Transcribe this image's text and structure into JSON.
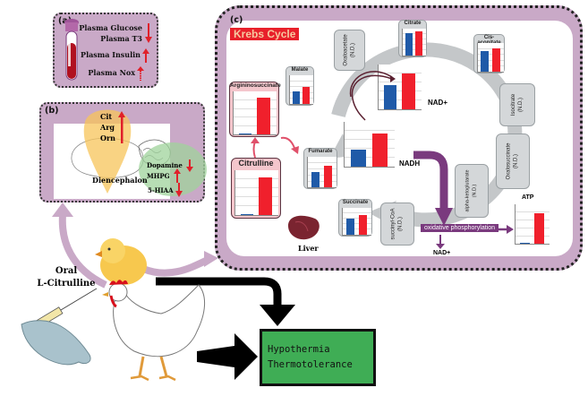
{
  "panel_a": {
    "label": "(a)",
    "items": [
      {
        "text": "Plasma Glucose",
        "direction": "down"
      },
      {
        "text": "Plasma T3",
        "direction": "down"
      },
      {
        "text": "Plasma Insulin",
        "direction": "up"
      },
      {
        "text": "Plasma Nox",
        "direction": "up-dotted"
      }
    ]
  },
  "panel_b": {
    "label": "(b)",
    "region": "Diencephalon",
    "amino_acids": [
      "Cit",
      "Arg",
      "Orn"
    ],
    "amino_acids_direction": "up",
    "monoamines": [
      {
        "text": "Dopamine",
        "direction": "down"
      },
      {
        "text": "MHPG",
        "direction": "up"
      },
      {
        "text": "5-HIAA",
        "direction": "down"
      }
    ]
  },
  "panel_c": {
    "label": "(c)",
    "title": "Krebs Cycle",
    "organ": "Liver",
    "not_detected": [
      {
        "name": "Oxaloacetate",
        "note": "(N.D.)"
      },
      {
        "name": "Isocitrate",
        "note": "(N.D.)"
      },
      {
        "name": "Oxalosuccinate",
        "note": "(N.D.)"
      },
      {
        "name": "alpha-ketoglutarate",
        "note": "(N.D.)"
      },
      {
        "name": "succinyl-CoA",
        "note": "(N.D.)"
      }
    ],
    "charts": [
      {
        "name": "Citrate",
        "control": 0.85,
        "citrulline": 0.9
      },
      {
        "name": "Cis-aconitate",
        "control": 0.72,
        "citrulline": 0.8
      },
      {
        "name": "Malate",
        "control": 0.45,
        "citrulline": 0.6
      },
      {
        "name": "Fumarate",
        "control": 0.5,
        "citrulline": 0.7
      },
      {
        "name": "Succinate",
        "control": 0.6,
        "citrulline": 0.72
      },
      {
        "name": "Argininosuccinate",
        "control": 0.03,
        "citrulline": 0.85
      },
      {
        "name": "Citrulline",
        "control": 0.01,
        "citrulline": 0.85
      },
      {
        "name": "NAD+",
        "control": 0.55,
        "citrulline": 0.8
      },
      {
        "name": "NADH",
        "control": 0.38,
        "citrulline": 0.75
      },
      {
        "name": "ATP",
        "control": 0.0,
        "citrulline": 0.78
      }
    ],
    "labels": {
      "nad_plus": "NAD+",
      "nadh": "NADH",
      "oxphos": "oxidative phosphorylation",
      "nad_plus_out": "NAD+",
      "atp": "ATP"
    },
    "colors": {
      "control": "#1f5aa8",
      "citrulline": "#f0202c"
    }
  },
  "treatment": {
    "line1": "Oral",
    "line2": "L-Citrulline"
  },
  "outcome": {
    "line1": "Hypothermia",
    "line2": "Thermotolerance"
  }
}
